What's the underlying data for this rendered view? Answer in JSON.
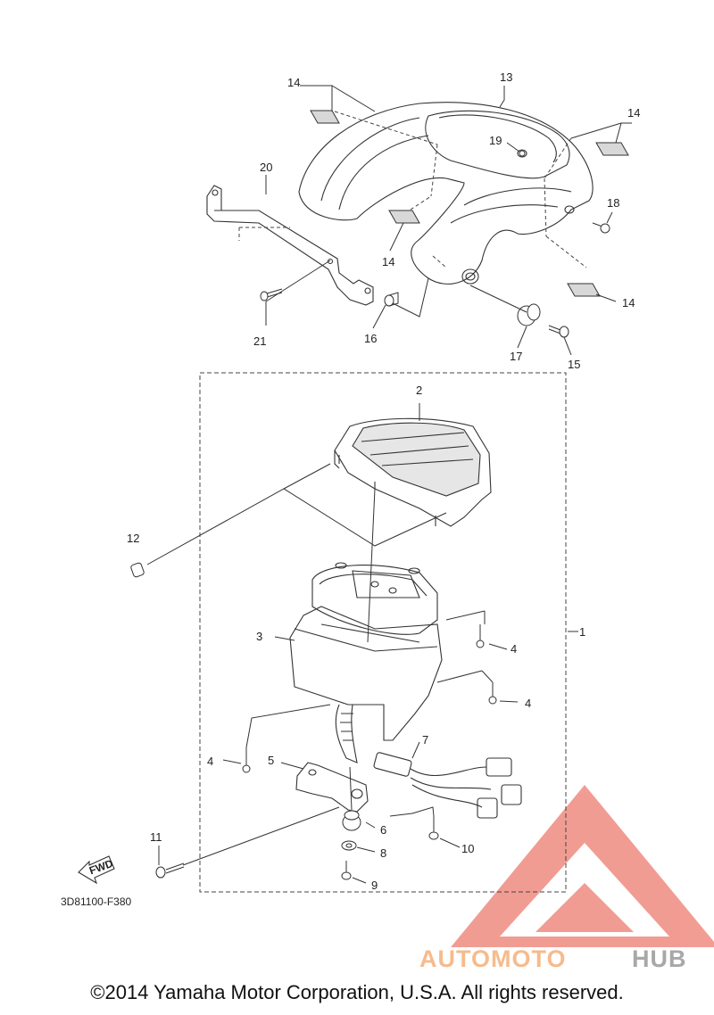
{
  "callouts": [
    {
      "id": "p13",
      "text": "13"
    },
    {
      "id": "p14a",
      "text": "14"
    },
    {
      "id": "p14b",
      "text": "14"
    },
    {
      "id": "p14c",
      "text": "14"
    },
    {
      "id": "p14d",
      "text": "14"
    },
    {
      "id": "p19",
      "text": "19"
    },
    {
      "id": "p18",
      "text": "18"
    },
    {
      "id": "p20",
      "text": "20"
    },
    {
      "id": "p21",
      "text": "21"
    },
    {
      "id": "p16",
      "text": "16"
    },
    {
      "id": "p17",
      "text": "17"
    },
    {
      "id": "p15",
      "text": "15"
    },
    {
      "id": "p2",
      "text": "2"
    },
    {
      "id": "p1",
      "text": "1"
    },
    {
      "id": "p12",
      "text": "12"
    },
    {
      "id": "p3",
      "text": "3"
    },
    {
      "id": "p4a",
      "text": "4"
    },
    {
      "id": "p4b",
      "text": "4"
    },
    {
      "id": "p4c",
      "text": "4"
    },
    {
      "id": "p5",
      "text": "5"
    },
    {
      "id": "p7",
      "text": "7"
    },
    {
      "id": "p6",
      "text": "6"
    },
    {
      "id": "p8",
      "text": "8"
    },
    {
      "id": "p9",
      "text": "9"
    },
    {
      "id": "p10",
      "text": "10"
    },
    {
      "id": "p11",
      "text": "11"
    }
  ],
  "fwd_label": "FWD",
  "diagram_code": "3D81100-F380",
  "watermark": {
    "part1": "AUTOMOTO",
    "part2": "HUB",
    "color1": "#f5b07a",
    "color2": "#9a9a9a",
    "logo_color": "#e74c3c"
  },
  "copyright": "©2014 Yamaha Motor Corporation, U.S.A. All rights reserved."
}
